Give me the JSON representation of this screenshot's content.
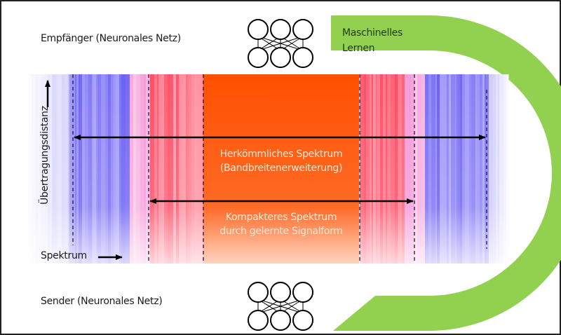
{
  "labels": {
    "receiver": "Empfänger (Neuronales Netz)",
    "sender": "Sender (Neuronales Netz)",
    "machine_learning_line1": "Maschinelles",
    "machine_learning_line2": "Lernen",
    "y_axis": "Übertragungsdistanz",
    "x_axis": "Spektrum",
    "conventional_line1": "Herkömmliches Spektrum",
    "conventional_line2": "(Bandbreitenerweiterung)",
    "compact_line1": "Kompakteres Spektrum",
    "compact_line2": "durch gelernte Signalform"
  },
  "colors": {
    "carrier_band": "#ff5000",
    "loop_arrow": "#92d050",
    "blue": "#3a2cf0",
    "red": "#ff1a3a",
    "pink": "#ff80c8",
    "frame": "#222222"
  },
  "icons": {
    "neural_net_top": "neural-network-icon",
    "neural_net_bottom": "neural-network-icon"
  }
}
